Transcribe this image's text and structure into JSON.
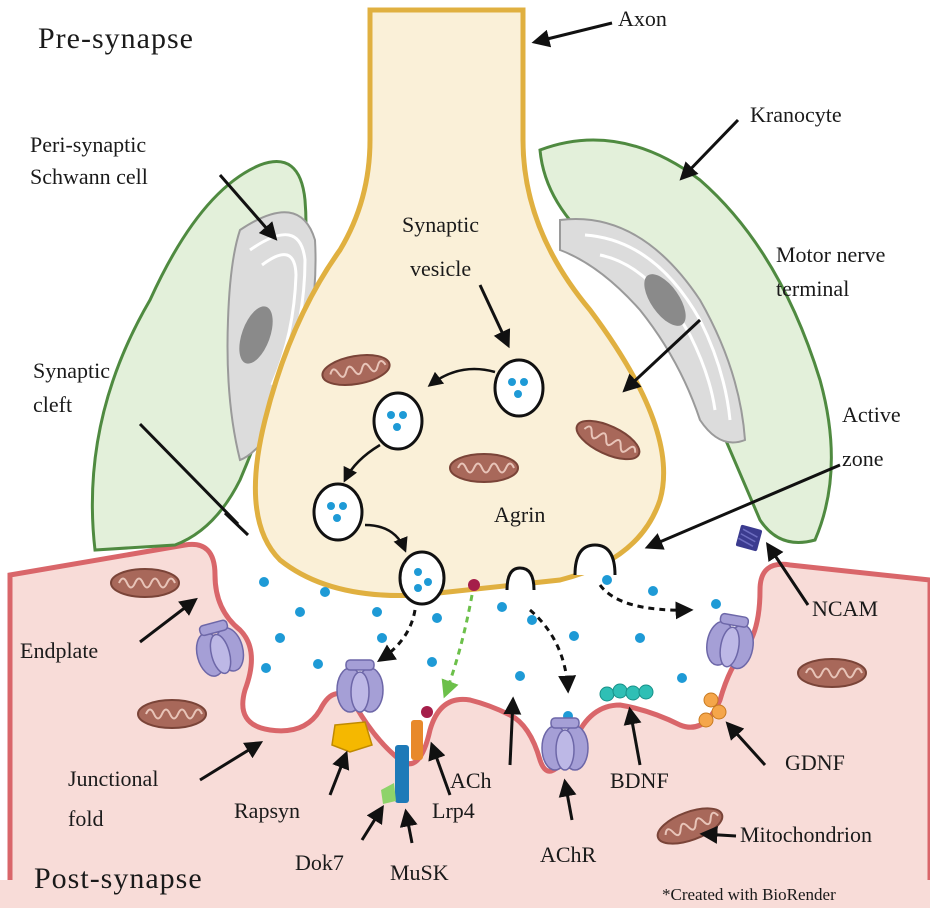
{
  "sections": {
    "pre": "Pre-synapse",
    "post": "Post-synapse"
  },
  "labels": {
    "axon": "Axon",
    "kranocyte": "Kranocyte",
    "schwann": [
      "Peri-synaptic",
      "Schwann cell"
    ],
    "vesicle": [
      "Synaptic",
      "vesicle"
    ],
    "terminal": [
      "Motor nerve",
      "terminal"
    ],
    "cleft": [
      "Synaptic",
      "cleft"
    ],
    "active_zone": [
      "Active",
      "zone"
    ],
    "agrin": "Agrin",
    "endplate": "Endplate",
    "ncam": "NCAM",
    "junctional_fold": [
      "Junctional",
      "fold"
    ],
    "rapsyn": "Rapsyn",
    "ach": "ACh",
    "bdnf": "BDNF",
    "gdnf": "GDNF",
    "lrp4": "Lrp4",
    "dok7": "Dok7",
    "musk": "MuSK",
    "achr": "AChR",
    "mitochondrion": "Mitochondrion"
  },
  "credit": "*Created with BioRender",
  "colors": {
    "axon_fill": "#faf0d8",
    "axon_border": "#e0b040",
    "glia_fill": "#e3f0da",
    "glia_border": "#4f8a40",
    "post_fill": "#f8dcd8",
    "post_border": "#d9666a",
    "ach": "#1e9ad6",
    "receptor": "#a59fd6",
    "mito": "#a8685a"
  }
}
